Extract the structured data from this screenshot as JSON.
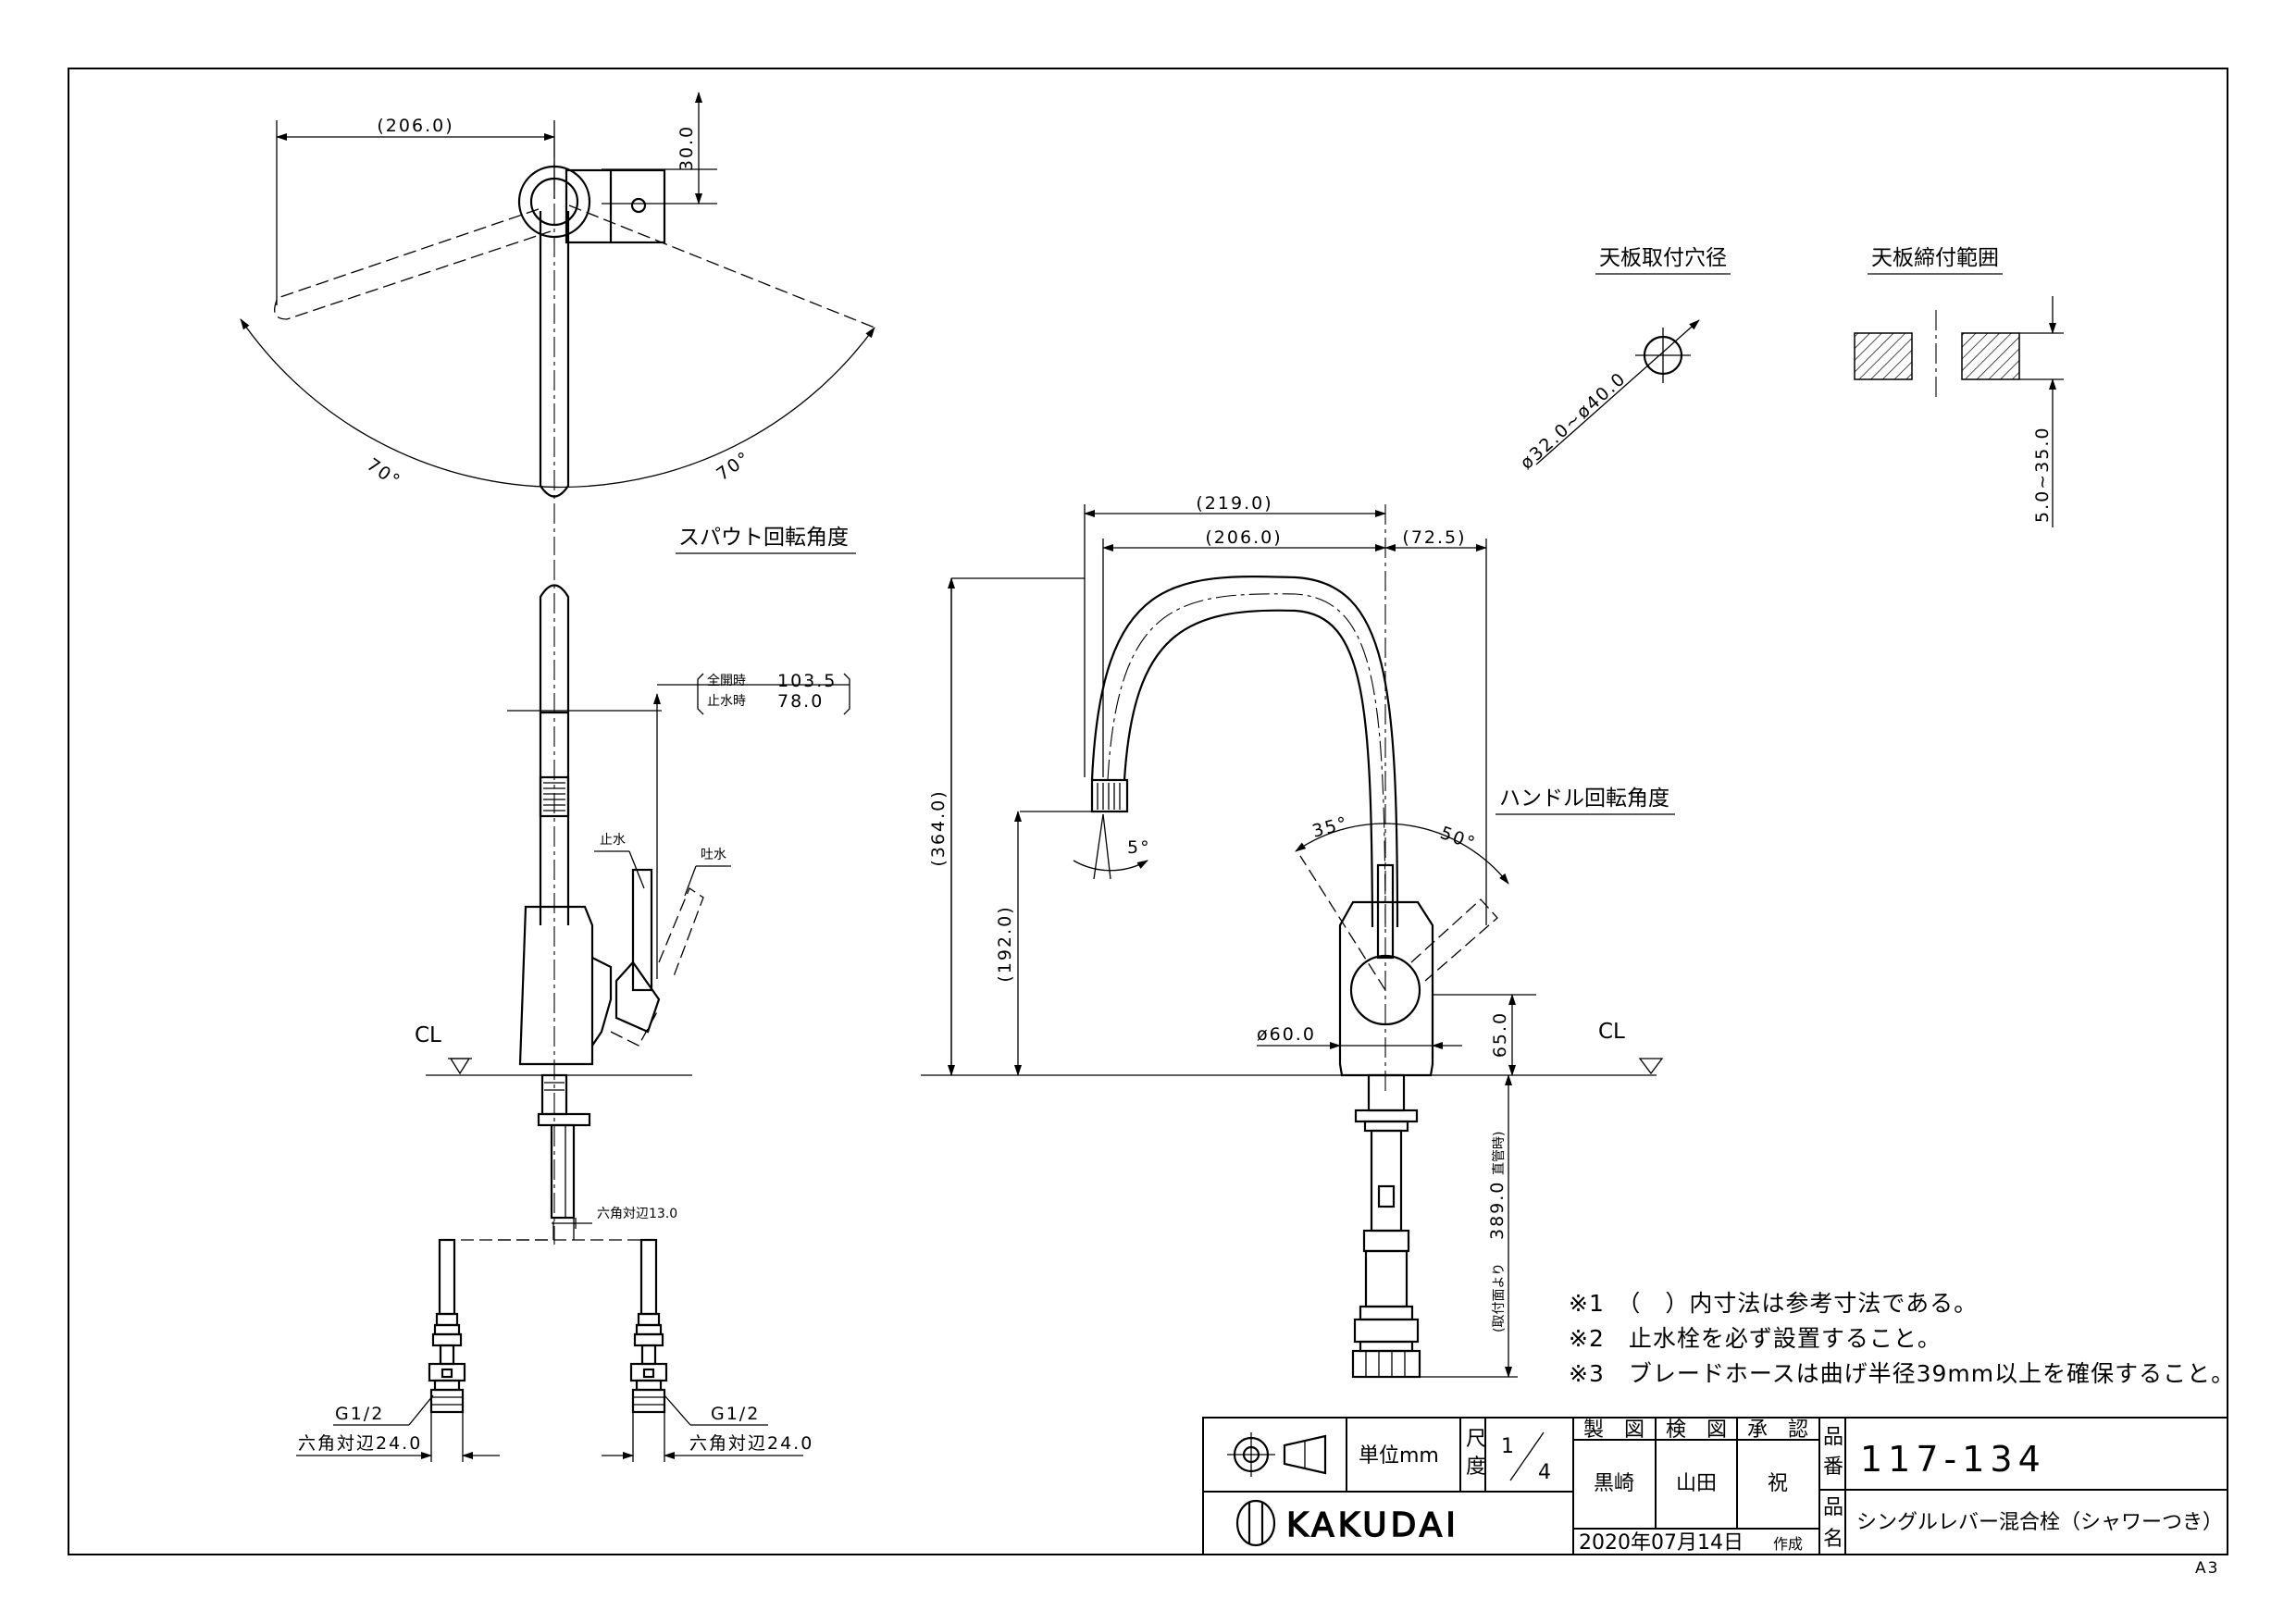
{
  "views": {
    "top": {
      "dim_width": "(206.0)",
      "dim_depth": "30.0",
      "angle_left": "70°",
      "angle_right": "70°",
      "caption": "スパウト回転角度"
    },
    "side": {
      "flow_full": "全開時",
      "flow_full_value": "103.5",
      "flow_stop": "止水時",
      "flow_stop_value": "78.0",
      "stop_label": "止水",
      "discharge_label": "吐水",
      "cl_label": "CL",
      "hex_label": "六角対辺13.0"
    },
    "hoses": {
      "left_thread": "G1/2",
      "left_hex": "六角対辺24.0",
      "right_thread": "G1/2",
      "right_hex": "六角対辺24.0"
    },
    "front": {
      "dim_219": "(219.0)",
      "dim_206": "(206.0)",
      "dim_72": "(72.5)",
      "dim_364": "(364.0)",
      "dim_192": "(192.0)",
      "angle_5": "5°",
      "handle_caption": "ハンドル回転角度",
      "angle_35": "35°",
      "angle_50": "50°",
      "dia_60": "ø60.0",
      "dim_65": "65.0",
      "cl_label": "CL",
      "hose_len_prefix": "(取付面より",
      "hose_len_value": "389.0",
      "hose_len_suffix": "直管時)"
    },
    "hole": {
      "title": "天板取付穴径",
      "dim": "ø32.0~ø40.0"
    },
    "thickness": {
      "title": "天板締付範囲",
      "dim": "5.0~35.0"
    }
  },
  "notes": [
    "※1　（　）内寸法は参考寸法である。",
    "※2　止水栓を必ず設置すること。",
    "※3　ブレードホースは曲げ半径39mm以上を確保すること。"
  ],
  "title_block": {
    "unit_label": "単位mm",
    "scale_label_1": "尺",
    "scale_label_2": "度",
    "scale_num": "1",
    "scale_den": "4",
    "drawn_label": "製　図",
    "checked_label": "検　図",
    "approved_label": "承　認",
    "drawn_by": "黒崎",
    "checked_by": "山田",
    "approved_by": "祝",
    "date": "2020年07月14日",
    "date_suffix": "作成",
    "part_no_label_1": "品",
    "part_no_label_2": "番",
    "part_no": "117-134",
    "part_name_label_1": "品",
    "part_name_label_2": "名",
    "part_name": "シングルレバー混合栓（シャワーつき）",
    "logo_text": "KAKUDAI"
  },
  "sheet_size": "A3"
}
